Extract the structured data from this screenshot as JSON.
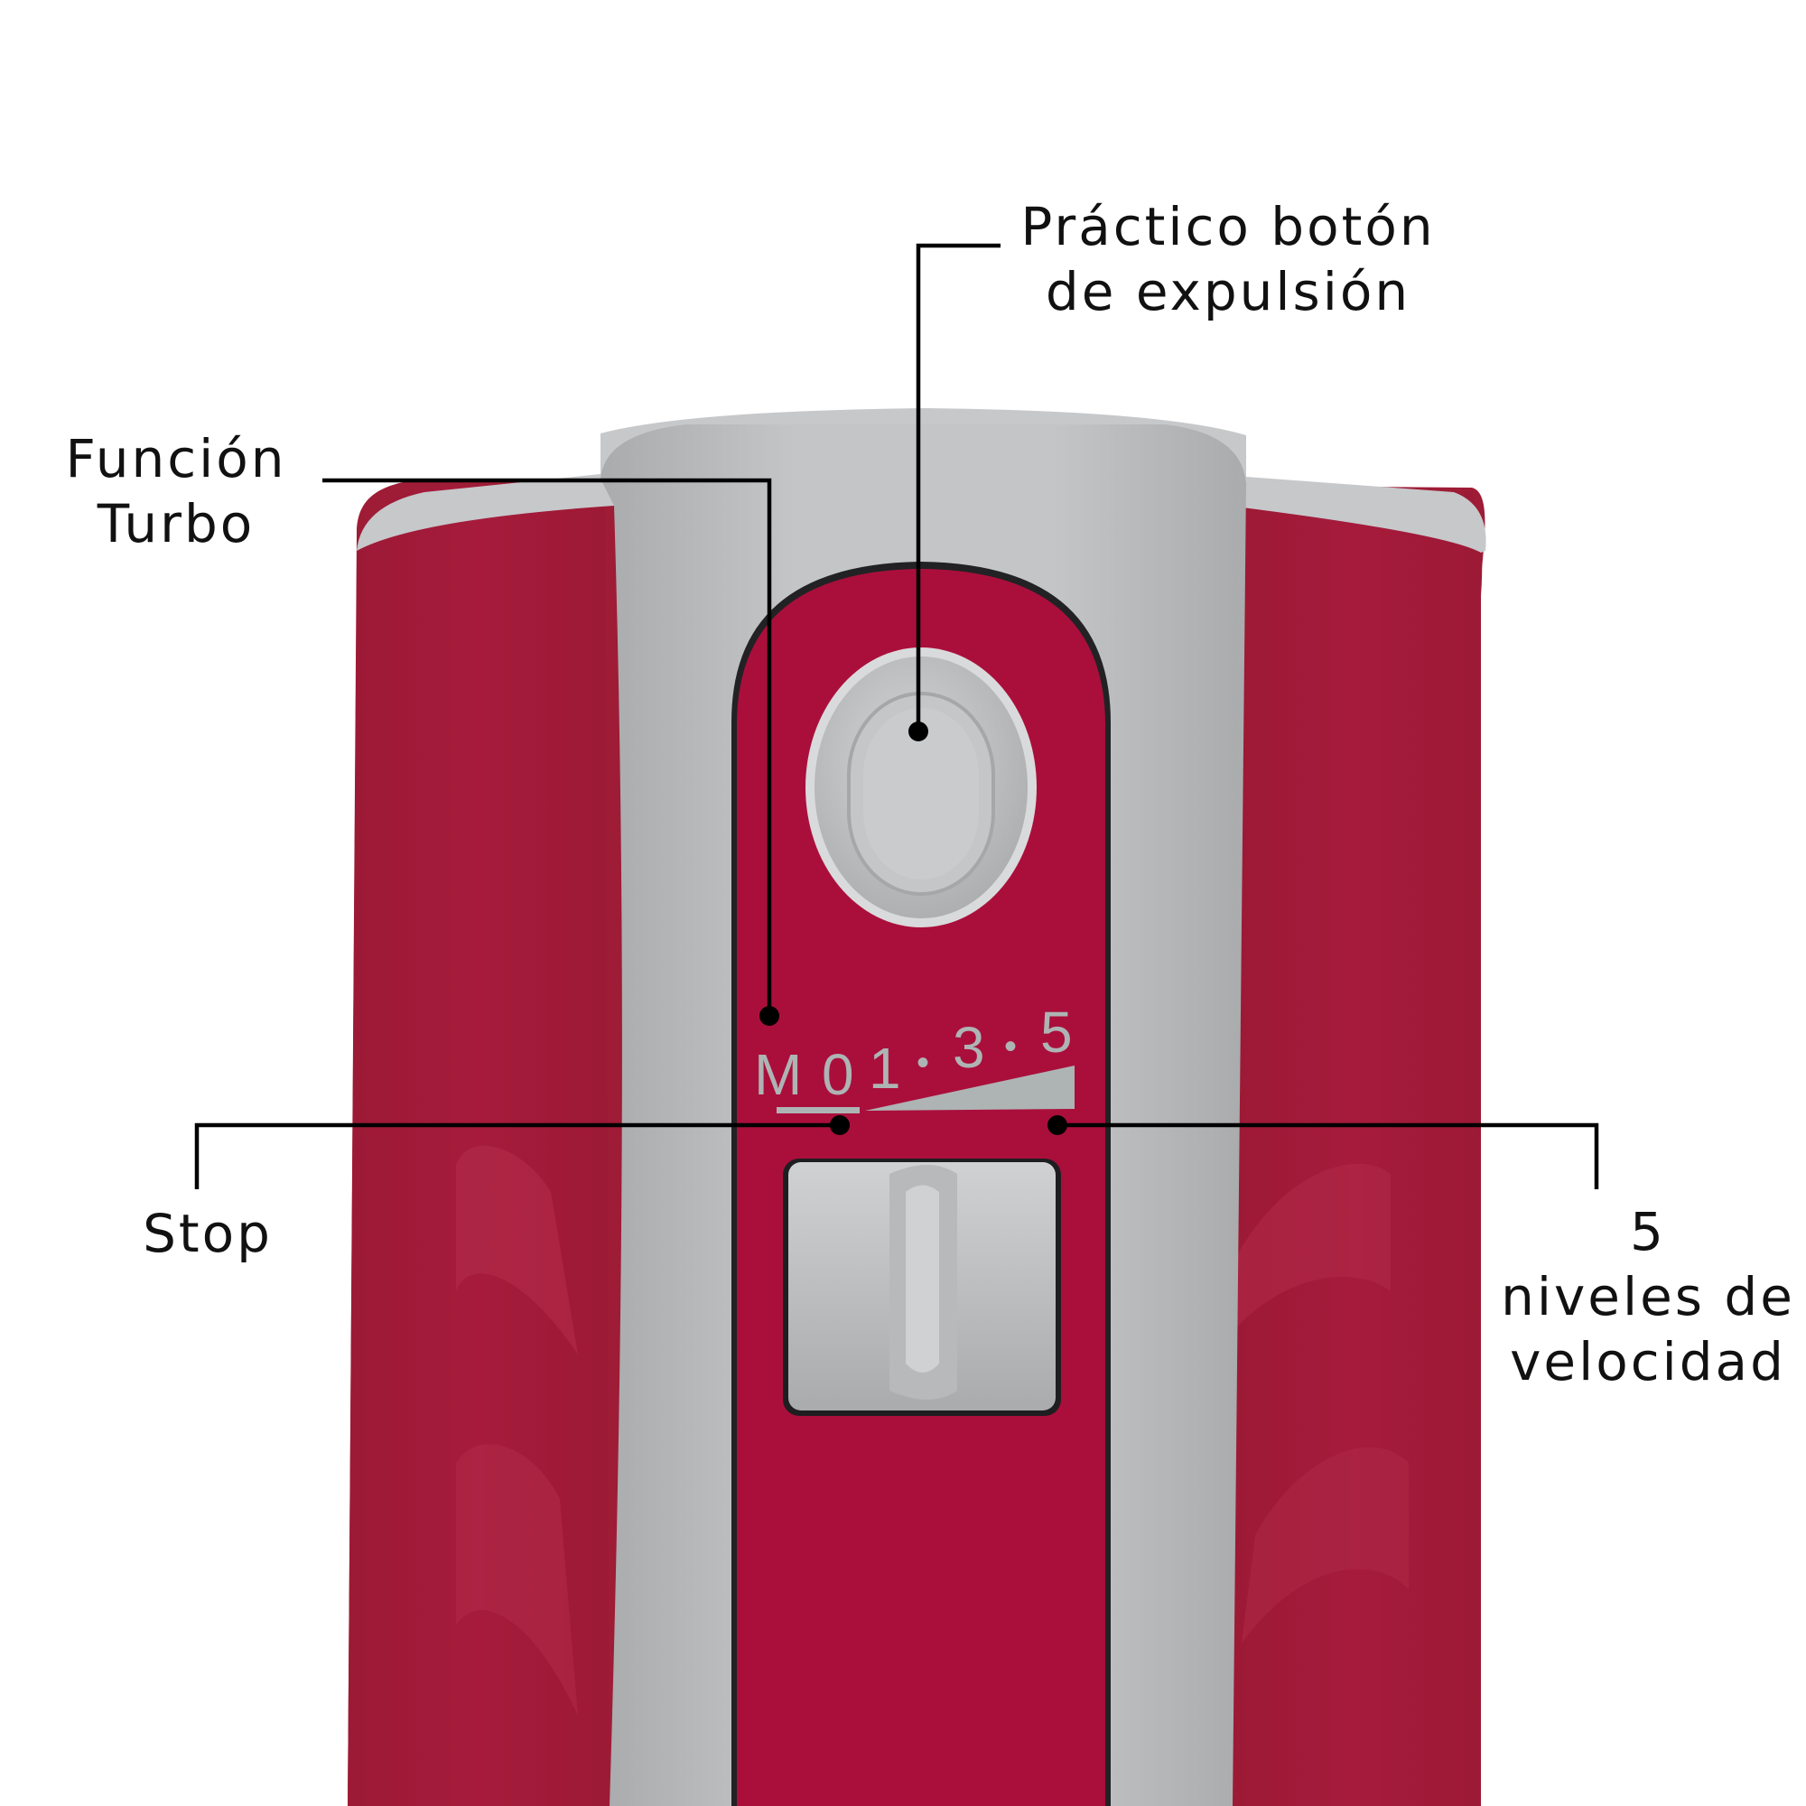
{
  "product": {
    "body_color": "#a3183a",
    "panel_color": "#aa0f3c",
    "housing_color": "#b7b9bb",
    "button_color": "#c9cbcd",
    "dial_markings": [
      "M",
      "0",
      "1",
      "•",
      "3",
      "•",
      "5"
    ],
    "marking_color": "#aeb4b4"
  },
  "callouts": {
    "eject": {
      "line1": "Práctico botón",
      "line2": "de expulsión"
    },
    "turbo": {
      "line1": "Función",
      "line2": "Turbo"
    },
    "stop": {
      "line1": "Stop"
    },
    "speeds": {
      "line1": "5",
      "line2": "niveles de",
      "line3": "velocidad"
    }
  }
}
